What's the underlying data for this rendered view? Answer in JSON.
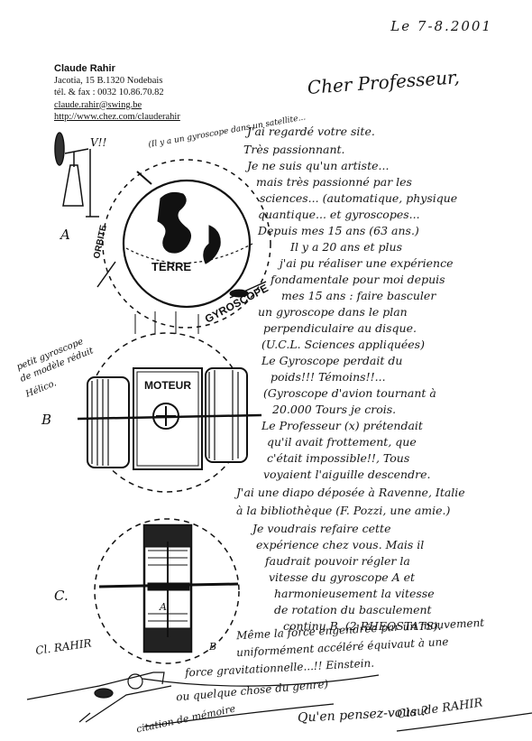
{
  "letterhead": {
    "name": "Claude Rahir",
    "address": "Jacotia, 15  B.1320 Nodebais",
    "phone": "tél. & fax : 0032 10.86.70.82",
    "email": "claude.rahir@swing.be",
    "website": "http://www.chez.com/clauderahir"
  },
  "date": "Le 7-8.2001",
  "greeting": "Cher Professeur,",
  "body_lines": [
    "J'ai regardé votre site.",
    "Très passionnant.",
    "Je ne suis qu'un artiste...",
    "mais très passionné par les",
    "sciences... (automatique, physique",
    "quantique... et gyroscopes...",
    "Depuis mes 15 ans (63 ans.)",
    "Il y a 20 ans et plus",
    "j'ai pu réaliser une expérience",
    "fondamentale pour moi depuis",
    "mes 15 ans : faire basculer",
    "un gyroscope dans le plan",
    "perpendiculaire au disque.",
    "(U.C.L. Sciences appliquées)",
    "Le Gyroscope perdait du",
    "poids!!! Témoins!!...",
    "(Gyroscope d'avion tournant à",
    "20.000 Tours je crois.",
    "Le Professeur (x) prétendait",
    "qu'il avait frottement, que",
    "c'était impossible!!, Tous",
    "voyaient l'aiguille descendre.",
    "J'ai une diapo déposée à Ravenne, Italie",
    "à la bibliothèque (F. Pozzi, une amie.)",
    "Je voudrais refaire cette",
    "expérience chez vous. Mais il",
    "faudrait pouvoir régler la",
    "vitesse du gyroscope A et",
    "harmonieusement la vitesse",
    "de rotation du basculement",
    "continu B. (2 RHEOSTATS)."
  ],
  "footer_lines": [
    "Même la force engendrée par un mouvement",
    "uniformément accéléré équivaut à une",
    "force gravitationnelle...!! Einstein.",
    "ou quelque chose du genre)",
    "citation de mémoire",
    "Qu'en pensez-vous ?",
    "Claude RAHIR"
  ],
  "annotations": {
    "satellite_note": "(Il y a un gyroscope dans un satellite...",
    "marks": "V!!",
    "label_a": "A",
    "label_b": "B",
    "label_c": "C.",
    "orbite": "ORBITE",
    "gyroscope": "GYROSCOPE",
    "terre": "TERRE",
    "moteur": "MOTEUR",
    "helico_note_1": "petit gyroscope",
    "helico_note_2": "de modèle réduit",
    "helico_note_3": "Hélico.",
    "inner_a": "A",
    "signature_left": "Cl. RAHIR",
    "label_b_small": "B"
  }
}
